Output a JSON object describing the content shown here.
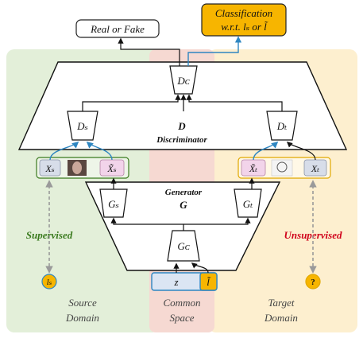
{
  "top_labels": {
    "real_or_fake": "Real or Fake",
    "classification_line1": "Classification",
    "classification_line2": "w.r.t. lₛ or l̃"
  },
  "discriminator": {
    "title": "D",
    "subtitle": "Discriminator",
    "dc_label": "Dᴄ",
    "ds_label": "Dₛ",
    "dt_label": "Dₜ"
  },
  "generator": {
    "title": "G",
    "subtitle": "Generator",
    "gc_label": "Gᴄ",
    "gs_label": "Gₛ",
    "gt_label": "Gₜ"
  },
  "source_row": {
    "xs": "Xₛ",
    "xs_hat": "X̃ₛ"
  },
  "target_row": {
    "xt_hat": "X̃ₜ",
    "xt": "Xₜ"
  },
  "latent": {
    "z": "z",
    "l_tilde": "l̃"
  },
  "side_labels": {
    "supervised": "Supervised",
    "unsupervised": "Unsupervised"
  },
  "circles": {
    "ls": "lₛ",
    "question": "?"
  },
  "regions": {
    "source_line1": "Source",
    "source_line2": "Domain",
    "common_line1": "Common",
    "common_line2": "Space",
    "target_line1": "Target",
    "target_line2": "Domain"
  },
  "colors": {
    "source_region": "#e3efd9",
    "common_region": "#f6d9d2",
    "target_region": "#fdefcf",
    "classification_box": "#f7b500",
    "blue_arrow": "#2e86c1",
    "unsupervised_text": "#d0021b",
    "supervised_text": "#3a7a1e"
  }
}
